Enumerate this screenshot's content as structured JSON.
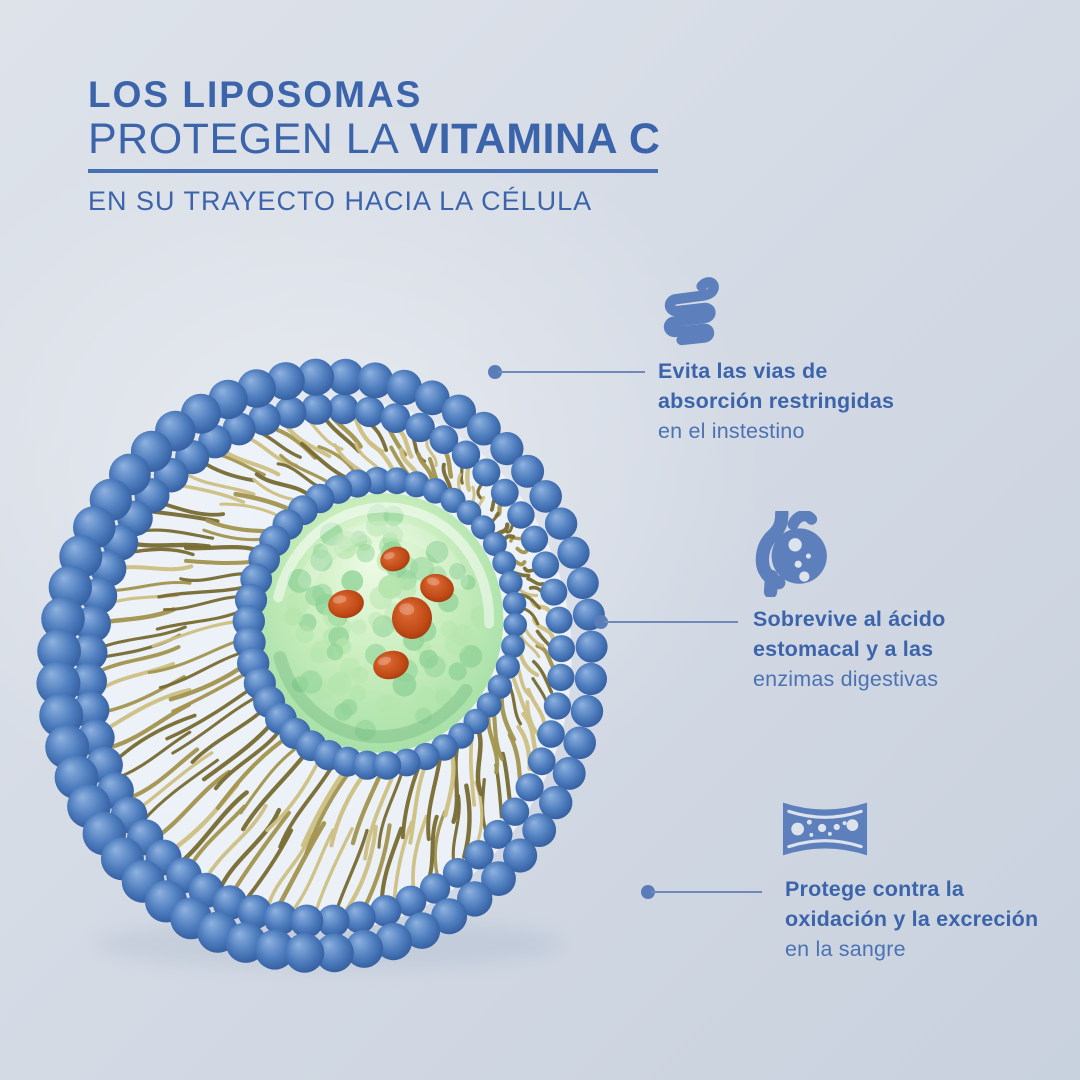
{
  "page": {
    "bg_top_left": "#dee3ea",
    "bg_bottom_right": "#c8d1de"
  },
  "header": {
    "title": "LOS LIPOSOMAS",
    "title2_light": "PROTEGEN LA ",
    "title2_bold": "VITAMINA C",
    "tagline": "EN SU TRAYECTO HACIA LA CÉLULA",
    "text_color": "#3c64ab",
    "underline_color": "#4670b2"
  },
  "text": {
    "bold_color": "#3c64ab",
    "regular_color": "#4b72b3"
  },
  "icon_color": "#5d80bd",
  "connector": {
    "dot_color": "#5a7cb8",
    "line_color": "#7089bb"
  },
  "callouts": [
    {
      "icon": "intestine-icon",
      "line1_bold": "Evita las vias de",
      "line2_bold": "absorción restringidas",
      "line3_regular": "en el instestino"
    },
    {
      "icon": "stomach-icon",
      "line1_bold": "Sobrevive al ácido",
      "line2_bold": "estomacal y a las",
      "line3_regular": "enzimas digestivas"
    },
    {
      "icon": "blood-vessel-icon",
      "line1_bold": "Protege contra la",
      "line2_bold": "oxidación y la excreción",
      "line3_regular": "en la sangre"
    }
  ],
  "illustration": {
    "name": "liposome-cross-section",
    "interior": "#eef3f9",
    "shadow": "#93a5bd",
    "head_light": "#8fb2e0",
    "head_mid": "#4e7dbe",
    "head_dark": "#2d5698",
    "head_deep": "#1c3d72",
    "tail_light": "#cdbf83",
    "tail_mid": "#a2934e",
    "tail_dark": "#786a31",
    "core_light": "#effbe6",
    "core_mid1": "#c8edbd",
    "core_mid2": "#a4dfa5",
    "core_dark": "#88cd92",
    "core_shade": "#5fa873",
    "bubble_a": "#8fd297",
    "bubble_b": "#b5e5ad",
    "red_light": "#e0703a",
    "red_mid": "#c14a16",
    "red_dark": "#7c2708"
  }
}
